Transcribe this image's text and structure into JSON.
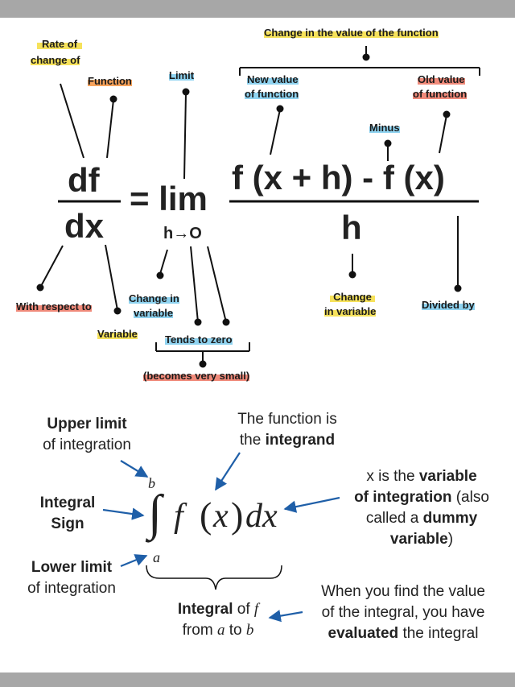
{
  "derivative": {
    "numerator": "df",
    "denominator": "dx",
    "equals_lim": "= lim",
    "limit_sub": "h→O",
    "func_numerator": "f (x + h) - f (x)",
    "func_denominator": "h",
    "labels": {
      "rate_of": "Rate of",
      "change_of": "change of",
      "function": "Function",
      "limit": "Limit",
      "change_in_value": "Change in the value of the function",
      "new_value_1": "New value",
      "new_value_2": "of function",
      "old_value_1": "Old value",
      "old_value_2": "of function",
      "minus": "Minus",
      "with_respect_to": "With respect to",
      "change_in_variable_1": "Change in",
      "change_in_variable_2": "variable",
      "variable": "Variable",
      "tends_to_zero": "Tends to zero",
      "becomes_very_small": "(becomes very small)",
      "change_1": "Change",
      "change_2": "in variable",
      "divided_by": "Divided by"
    }
  },
  "integral": {
    "upper_limit_bold": "Upper limit",
    "upper_limit_rest": "of integration",
    "integrand_line1": "The function is",
    "integrand_line2_prefix": "the ",
    "integrand_line2_bold": "integrand",
    "sign_line1": "Integral",
    "sign_line2": "Sign",
    "lower_limit_bold": "Lower limit",
    "lower_limit_rest": "of integration",
    "variable_line1_prefix": "x is the ",
    "variable_line1_bold": "variable",
    "variable_line2_bold": "of integration",
    "variable_line2_rest": " (also",
    "variable_line3_prefix": "called a ",
    "variable_line3_bold": "dummy",
    "variable_line4_bold": "variable",
    "variable_line4_rest": ")",
    "integral_of_bold": "Integral",
    "integral_of_rest": " of ",
    "integral_of_f": "f",
    "from_prefix": "from ",
    "from_a": "a",
    "from_to": " to ",
    "from_b": "b",
    "evaluated_line1": "When you find the value",
    "evaluated_line2": "of the integral, you have",
    "evaluated_line3_bold": "evaluated",
    "evaluated_line3_rest": " the integral",
    "formula": {
      "b": "b",
      "a": "a",
      "sign": "∫",
      "f": "f",
      "lparen": "(",
      "x": "x",
      "rparen": ")",
      "dx": "dx"
    }
  },
  "colors": {
    "orange": "#f7a35c",
    "yellow": "#f6e25b",
    "blue": "#8fd3f0",
    "red": "#f08a7a",
    "arrow_blue": "#1f5fa8"
  }
}
